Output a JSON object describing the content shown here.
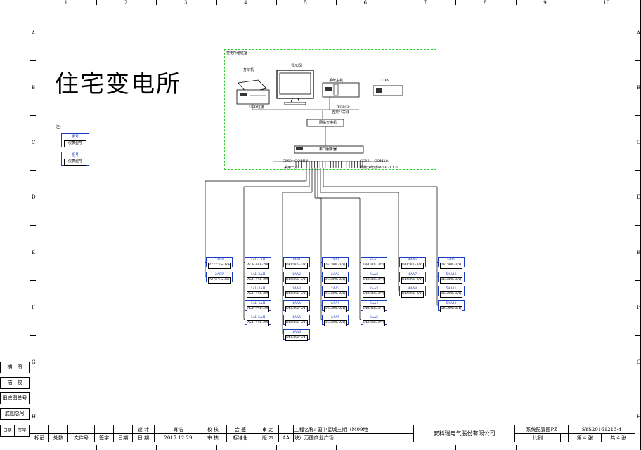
{
  "sheet": {
    "col_labels": [
      "1",
      "2",
      "3",
      "4",
      "5",
      "6",
      "7",
      "8",
      "9",
      "10"
    ],
    "row_labels": [
      "A",
      "B",
      "C",
      "D",
      "E",
      "F",
      "G",
      "H"
    ],
    "drawing_title": "住宅变电所"
  },
  "legend": {
    "prefix": "注:",
    "items": [
      {
        "label": "柜号",
        "model": "仪表型号"
      },
      {
        "label": "柜号",
        "model": "仪表型号"
      }
    ]
  },
  "room": {
    "title": "变电所值班室",
    "printer": "打印机",
    "monitor": "显示器",
    "host": "系统主机",
    "ups": "UPS",
    "usb": "USB线接",
    "tcpip": "TCP/IP",
    "net_cable": "五类八芯线",
    "switch": "网络交换机",
    "serial_server": "串口服务器",
    "line_left": "CMD=COM10",
    "line_left2": "采用一方",
    "line_right": "COM1~COM10",
    "line_right2": "屏蔽双绞线RVSP2X1.0"
  },
  "columns": [
    [
      {
        "id": "1AFP",
        "model": "PZ72 V&Dk+3k"
      },
      {
        "id": "2AFP",
        "model": "PZ72 V&Dk+3k"
      }
    ],
    [
      {
        "id": "1AL-1AH",
        "model": "ACR 44E-2000m"
      },
      {
        "id": "1AL-2AH",
        "model": "ACR 44E-2000m"
      },
      {
        "id": "1AL-3AH",
        "model": "ACR 44E-2000m"
      },
      {
        "id": "1AL-4AH",
        "model": "ACR 44E-2000m"
      },
      {
        "id": "1AL-5AH",
        "model": "ACR 44E-2000m"
      }
    ],
    [
      {
        "id": "1AA1",
        "model": "DEC80L-3/Y(A)+4"
      },
      {
        "id": "1AA2",
        "model": "DEC80L-3/Y(A)+4"
      },
      {
        "id": "1AA3",
        "model": "DEC80L-3/Y(A)+4"
      },
      {
        "id": "1AA4",
        "model": "DEC80L-3/Y(A)+4"
      },
      {
        "id": "1AA5",
        "model": "DEC80L-3/Y(A)+4"
      },
      {
        "id": "1AA6",
        "model": "DEC80L-3/Y(A)+4"
      }
    ],
    [
      {
        "id": "2AA1",
        "model": "DEC80L-3/Y(A)+4"
      },
      {
        "id": "2AA2",
        "model": "DEC80L-3/Y(A)+4"
      },
      {
        "id": "2AA3",
        "model": "DEC80L-3/Y(A)+4"
      },
      {
        "id": "2AA4",
        "model": "DEC80L-3/Y(A)+4"
      },
      {
        "id": "2AA5",
        "model": "DEC80L-3/Y(A)+4"
      }
    ],
    [
      {
        "id": "3AA1",
        "model": "DEC80L-3/Y(A)+4"
      },
      {
        "id": "3AA2",
        "model": "DEC80L-3/Y(A)+4"
      },
      {
        "id": "3AA3",
        "model": "DEC80L-3/Y(A)+4"
      },
      {
        "id": "3AA4",
        "model": "DEC80L-3/Y(A)+4"
      },
      {
        "id": "3AA5",
        "model": "DEC80L-3/Y(A)+4"
      }
    ],
    [
      {
        "id": "4AA6",
        "model": "DEC80L-3/Y(A)+4"
      },
      {
        "id": "4AA7",
        "model": "DEC80L-3/Y(A)+4"
      },
      {
        "id": "4AA8",
        "model": "DEC80L-3/Y(A)+4"
      }
    ],
    [
      {
        "id": "5AA9",
        "model": "DEC80L-3/Y(A)+4"
      },
      {
        "id": "5AA10",
        "model": "DEC80L-3/Y(A)+4"
      },
      {
        "id": "5AA11",
        "model": "DEC80L-3/Y(A)+4"
      },
      {
        "id": "5AA12",
        "model": "DEC80L-3/Y(A)+4"
      }
    ]
  ],
  "side_block": [
    "描　图",
    "描　校",
    "旧底图总号",
    "底图总号"
  ],
  "side_sign": [
    "日期",
    "签字"
  ],
  "title_block": {
    "row1": [
      "",
      "",
      "",
      "",
      "",
      "设 计",
      "肖浩",
      "校 核",
      "",
      "会 签",
      "",
      "审 定",
      "",
      "工程名称: 国中星城三期（M09地",
      "安科瑞电气股份有限公司",
      "系统配置图PZ",
      "SYS20161213-4"
    ],
    "row2": [
      "标记",
      "处数",
      "文件号",
      "签字",
      "日期",
      "日 期",
      "2017.12.29",
      "审 核",
      "",
      "标准化",
      "",
      "版 本",
      "AA",
      "块）万国商业广场",
      "",
      "比例",
      "",
      "第 4 张",
      "共 4 张"
    ]
  }
}
